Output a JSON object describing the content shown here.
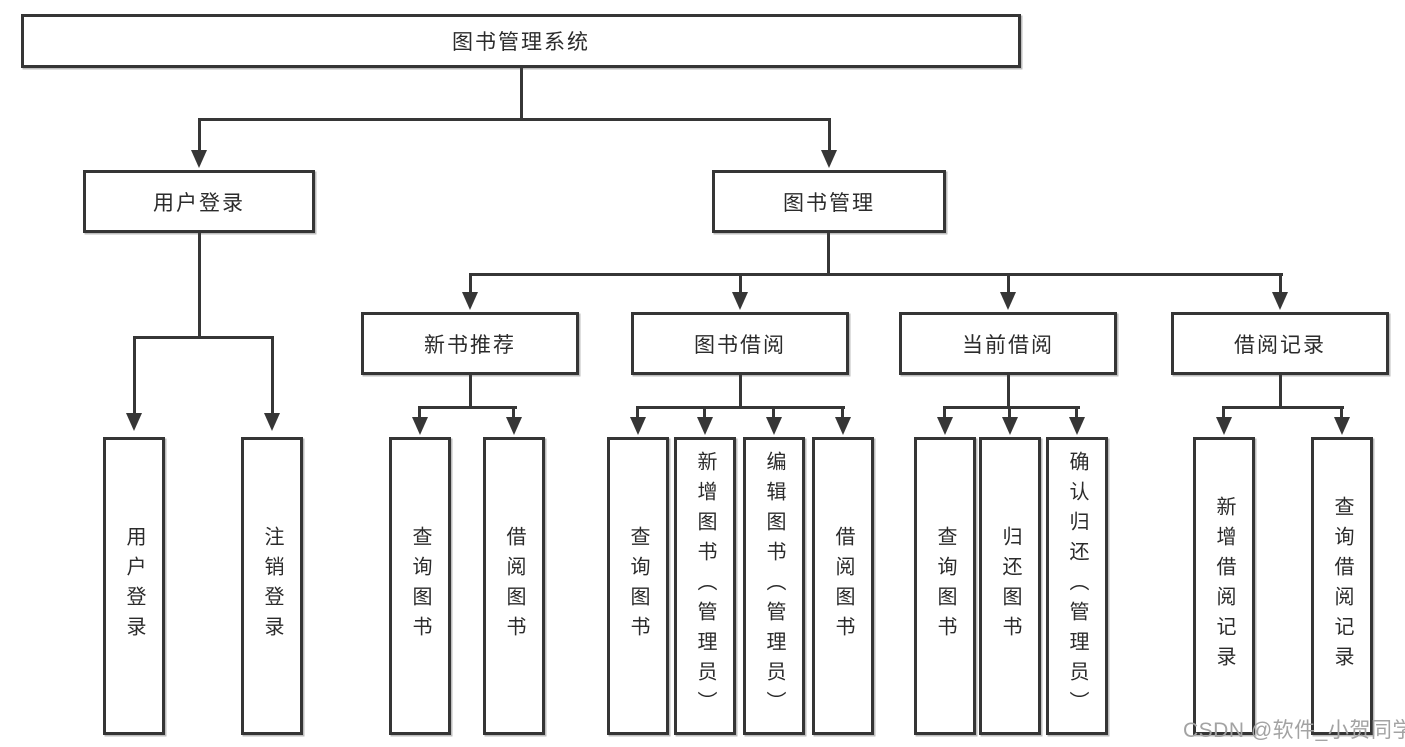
{
  "nodes": {
    "root": "图书管理系统",
    "l2": {
      "user_login": "用户登录",
      "book_management": "图书管理"
    },
    "l3": {
      "new_book_recommend": "新书推荐",
      "book_borrow": "图书借阅",
      "current_borrow": "当前借阅",
      "borrow_records": "借阅记录"
    },
    "leaves": {
      "user_login": "用户登录",
      "logout": "注销登录",
      "query_book_1": "查询图书",
      "borrow_book_1": "借阅图书",
      "query_book_2": "查询图书",
      "add_book_admin": "新增图书（管理员）",
      "edit_book_admin": "编辑图书（管理员）",
      "borrow_book_2": "借阅图书",
      "query_book_3": "查询图书",
      "return_book": "归还图书",
      "confirm_return_admin": "确认归还（管理员）",
      "add_borrow_record": "新增借阅记录",
      "query_borrow_record": "查询借阅记录"
    }
  },
  "watermark": "CSDN @软件_小贺同学",
  "colors": {
    "line": "#363636",
    "text": "#2b2b2b",
    "box_fill": "#ffffff",
    "watermark": "#a3a3a3",
    "background": "#ffffff"
  }
}
